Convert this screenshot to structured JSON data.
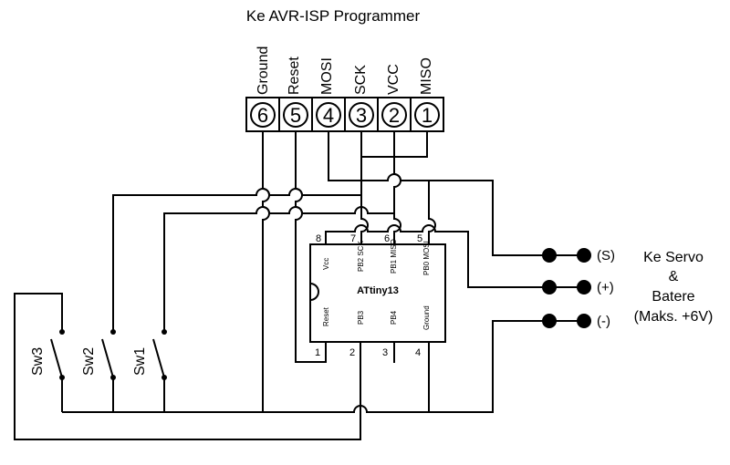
{
  "title": "Ke AVR-ISP Programmer",
  "header_pins": [
    {
      "num": "6",
      "label": "Ground"
    },
    {
      "num": "5",
      "label": "Reset"
    },
    {
      "num": "4",
      "label": "MOSI"
    },
    {
      "num": "3",
      "label": "SCK"
    },
    {
      "num": "2",
      "label": "VCC"
    },
    {
      "num": "1",
      "label": "MISO"
    }
  ],
  "chip": {
    "name": "ATtiny13",
    "top_pins": [
      {
        "num": "8",
        "name": "Vcc"
      },
      {
        "num": "7",
        "name": "PB2 SCK"
      },
      {
        "num": "6",
        "name": "PB1 MISO"
      },
      {
        "num": "5",
        "name": "PB0 MOSI"
      }
    ],
    "bottom_pins": [
      {
        "num": "1",
        "name": "Reset"
      },
      {
        "num": "2",
        "name": "PB3"
      },
      {
        "num": "3",
        "name": "PB4"
      },
      {
        "num": "4",
        "name": "Ground"
      }
    ]
  },
  "switches": [
    "Sw3",
    "Sw2",
    "Sw1"
  ],
  "connectors": [
    "(S)",
    "(+)",
    "(-)"
  ],
  "side_label": [
    "Ke Servo",
    "&",
    "Batere",
    "(Maks. +6V)"
  ]
}
